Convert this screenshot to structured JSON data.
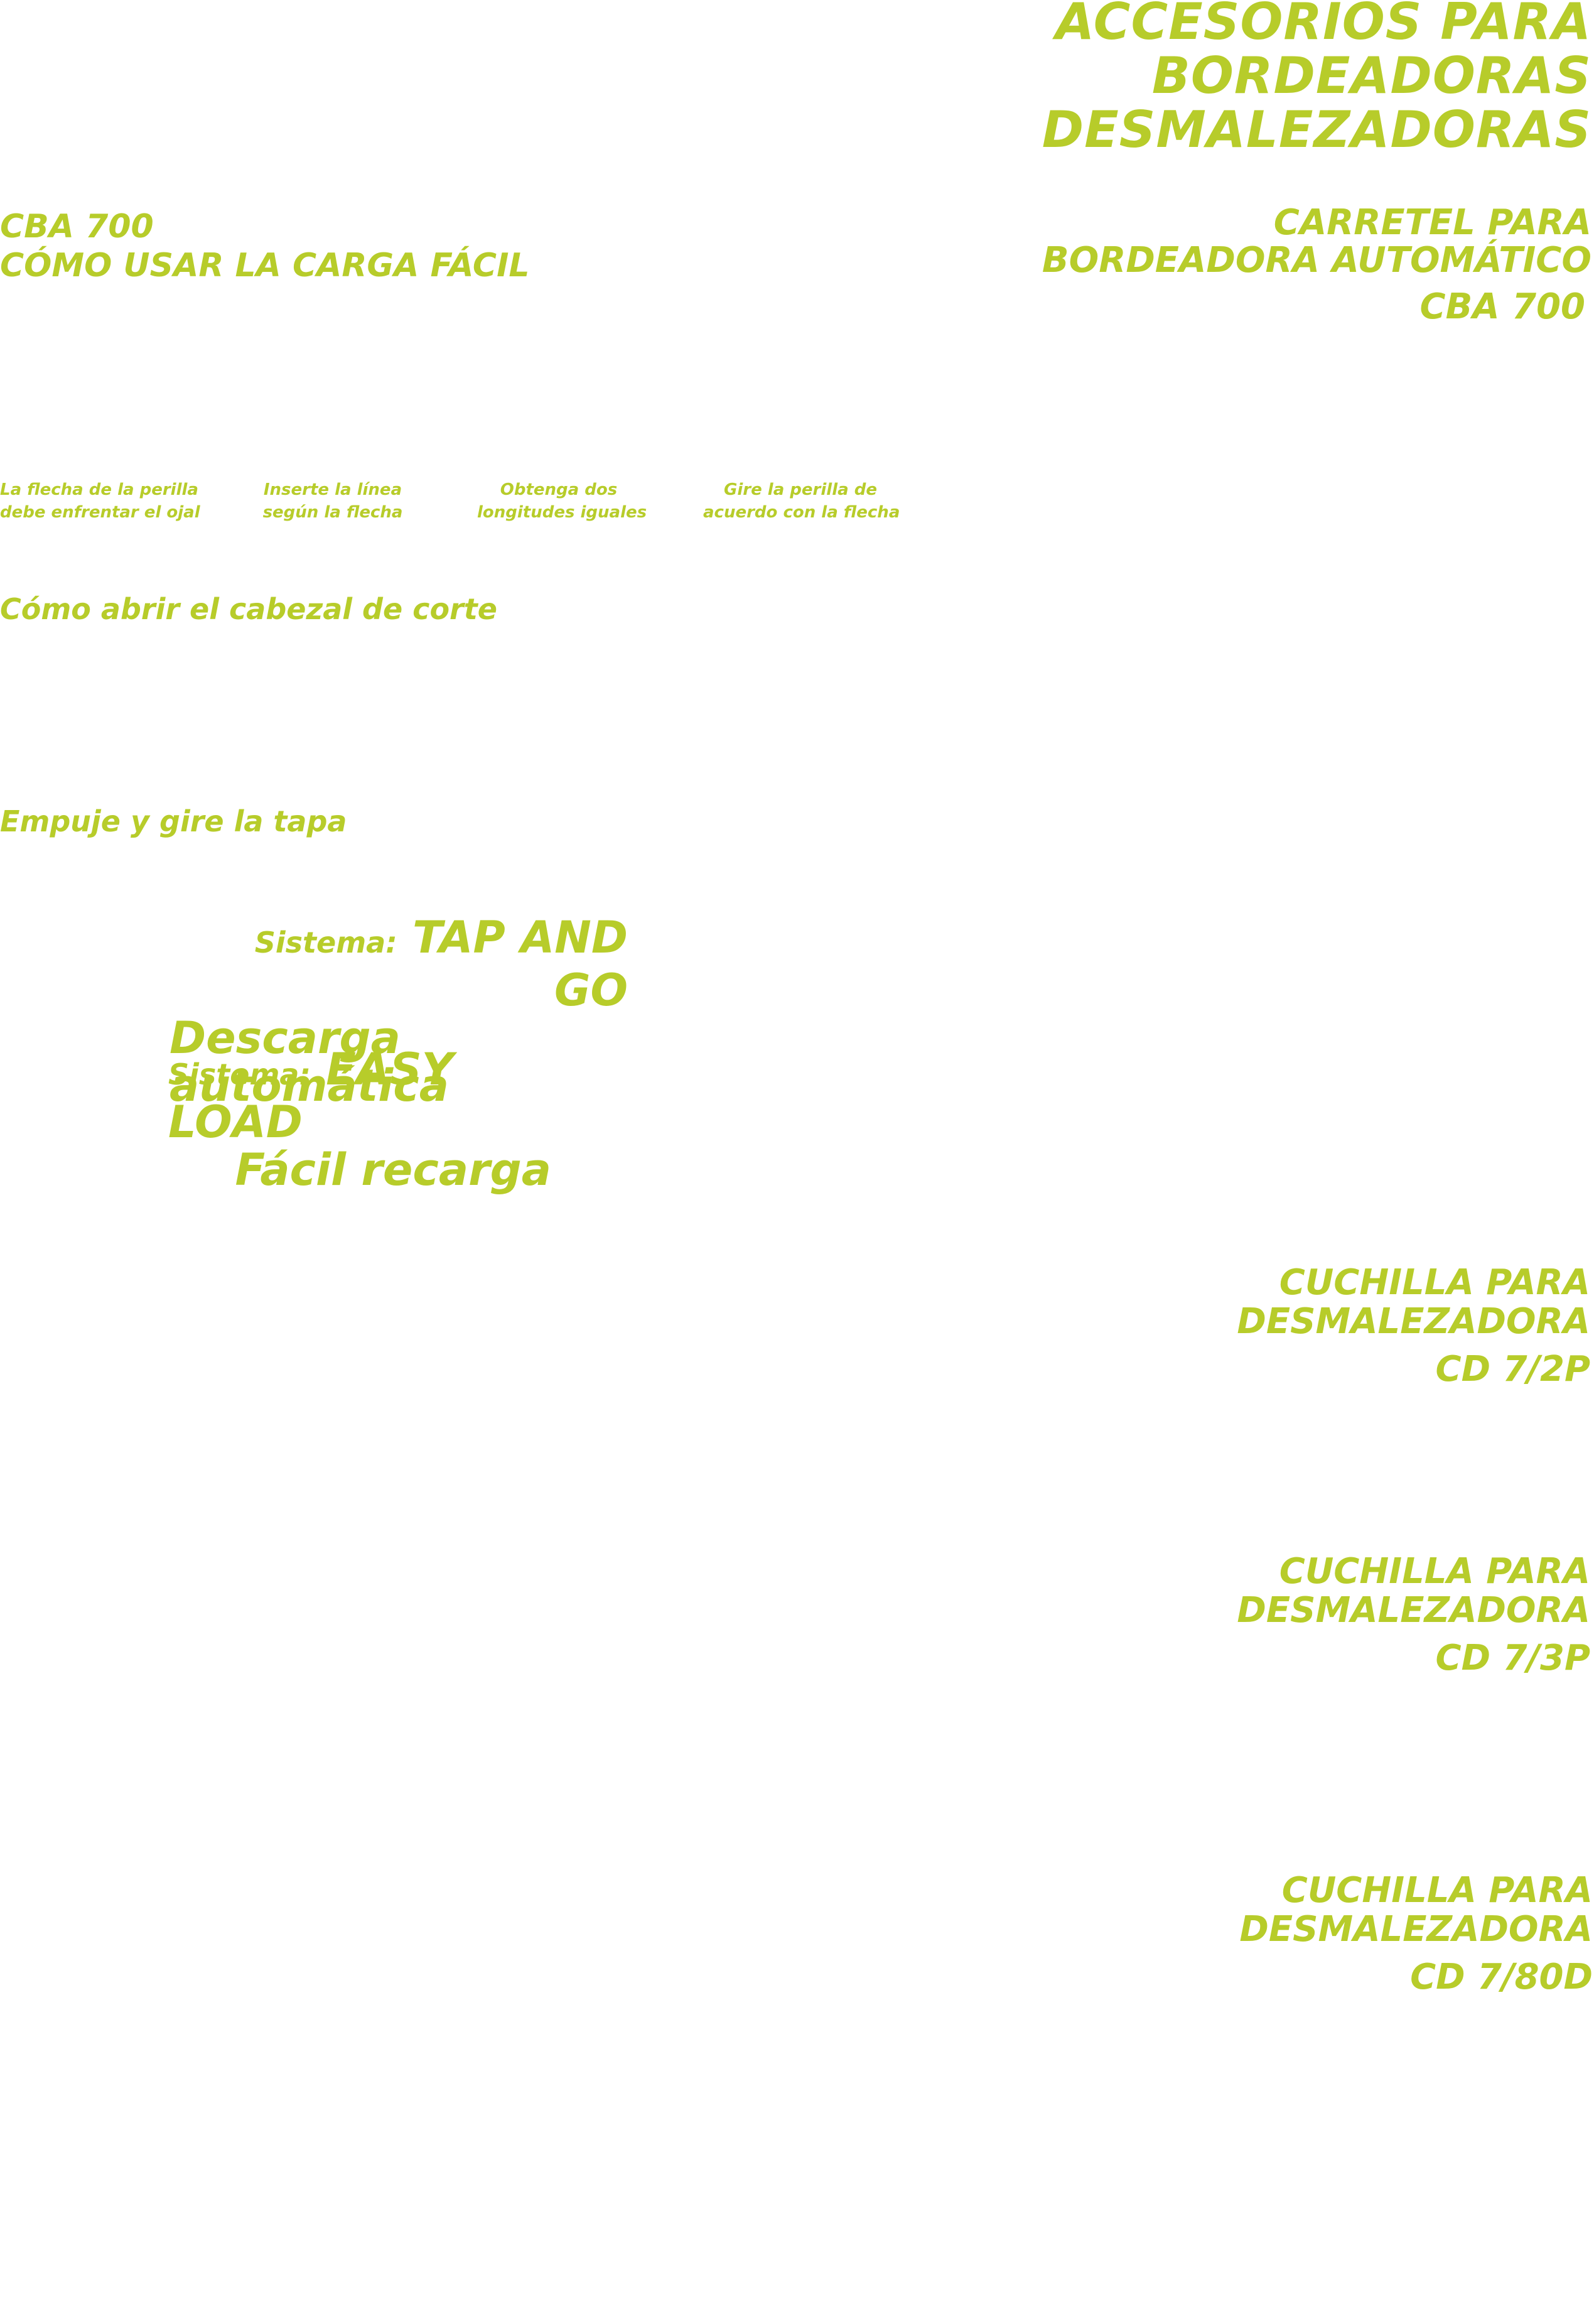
{
  "colors": {
    "accent": "#b7cc2a"
  },
  "title": {
    "lines": [
      "ACCESORIOS PARA",
      "BORDEADORAS",
      "DESMALEZADORAS"
    ]
  },
  "left_heading": {
    "model": "CBA 700",
    "subtitle": "CÓMO USAR LA CARGA FÁCIL"
  },
  "carretel": {
    "lines": [
      "CARRETEL PARA",
      "BORDEADORA AUTOMÁTICO"
    ],
    "code": "CBA 700"
  },
  "steps": [
    {
      "line1": "La flecha de la perilla",
      "line2": "debe enfrentar el ojal"
    },
    {
      "line1": "Inserte la línea",
      "line2": "según la flecha"
    },
    {
      "line1": "Obtenga dos",
      "line2": "longitudes iguales"
    },
    {
      "line1": "Gire la perilla de",
      "line2": "acuerdo con la flecha"
    }
  ],
  "open_head": "Cómo abrir el cabezal de corte",
  "push_turn": "Empuje y gire la tapa",
  "system_tap": {
    "prefix": "Sistema:",
    "name": "TAP AND GO",
    "desc": "Descarga automática"
  },
  "system_easy": {
    "prefix": "Sistema:",
    "name": "EASY LOAD",
    "desc": "Fácil recarga"
  },
  "blades": [
    {
      "line1": "CUCHILLA PARA",
      "line2": "DESMALEZADORA",
      "code": "CD 7/2P"
    },
    {
      "line1": "CUCHILLA PARA",
      "line2": "DESMALEZADORA",
      "code": "CD 7/3P"
    },
    {
      "line1": "CUCHILLA PARA",
      "line2": "DESMALEZADORA",
      "code": "CD 7/80D"
    }
  ]
}
